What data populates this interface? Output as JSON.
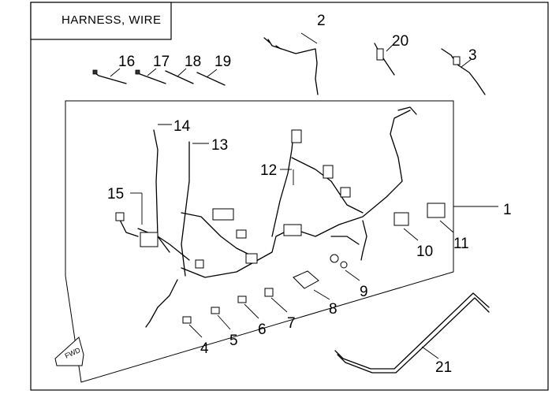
{
  "title": "HARNESS, WIRE",
  "callouts": {
    "n1": "1",
    "n2": "2",
    "n3": "3",
    "n4": "4",
    "n5": "5",
    "n6": "6",
    "n7": "7",
    "n8": "8",
    "n9": "9",
    "n10": "10",
    "n11": "11",
    "n12": "12",
    "n13": "13",
    "n14": "14",
    "n15": "15",
    "n16": "16",
    "n17": "17",
    "n18": "18",
    "n19": "19",
    "n20": "20",
    "n21": "21"
  },
  "direction_label": "FWD"
}
